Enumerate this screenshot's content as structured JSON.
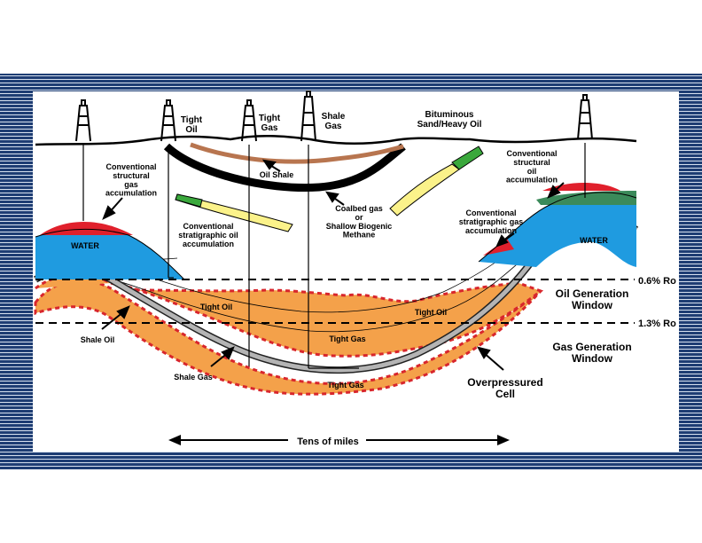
{
  "labels": {
    "tight_oil_top": "Tight\nOil",
    "tight_gas_top": "Tight\nGas",
    "shale_gas_top": "Shale\nGas",
    "bituminous": "Bituminous\nSand/Heavy Oil",
    "conv_gas_left": "Conventional\nstructural\ngas\naccumulation",
    "oil_shale": "Oil Shale",
    "conv_oil_right": "Conventional\nstructural\noil\naccumulation",
    "conv_strat_oil": "Conventional\nstratigraphic oil\naccumulation",
    "coalbed": "Coalbed gas\nor\nShallow Biogenic\nMethane",
    "conv_strat_gas": "Conventional\nstratigraphic gas\naccumulation",
    "water_left": "WATER",
    "water_right": "WATER",
    "ro_06": "0.6% Ro",
    "ro_13": "1.3% Ro",
    "oil_window": "Oil Generation\nWindow",
    "gas_window": "Gas Generation\nWindow",
    "tight_oil_1": "Tight Oil",
    "tight_oil_2": "Tight Oil",
    "tight_gas_1": "Tight Gas",
    "tight_gas_2": "Tight Gas",
    "shale_oil": "Shale Oil",
    "shale_gas": "Shale Gas",
    "overpressured": "Overpressured\nCell",
    "scale": "Tens of miles"
  },
  "colors": {
    "border_blue": "#1e3d73",
    "water": "#1f9be0",
    "gas_red": "#e0202c",
    "oil_green": "#3b8a5a",
    "orange": "#f4a14a",
    "overpressure_red": "#d8262c",
    "brown": "#b8754f",
    "yellow": "#fbf28a",
    "green": "#3aa83c"
  }
}
